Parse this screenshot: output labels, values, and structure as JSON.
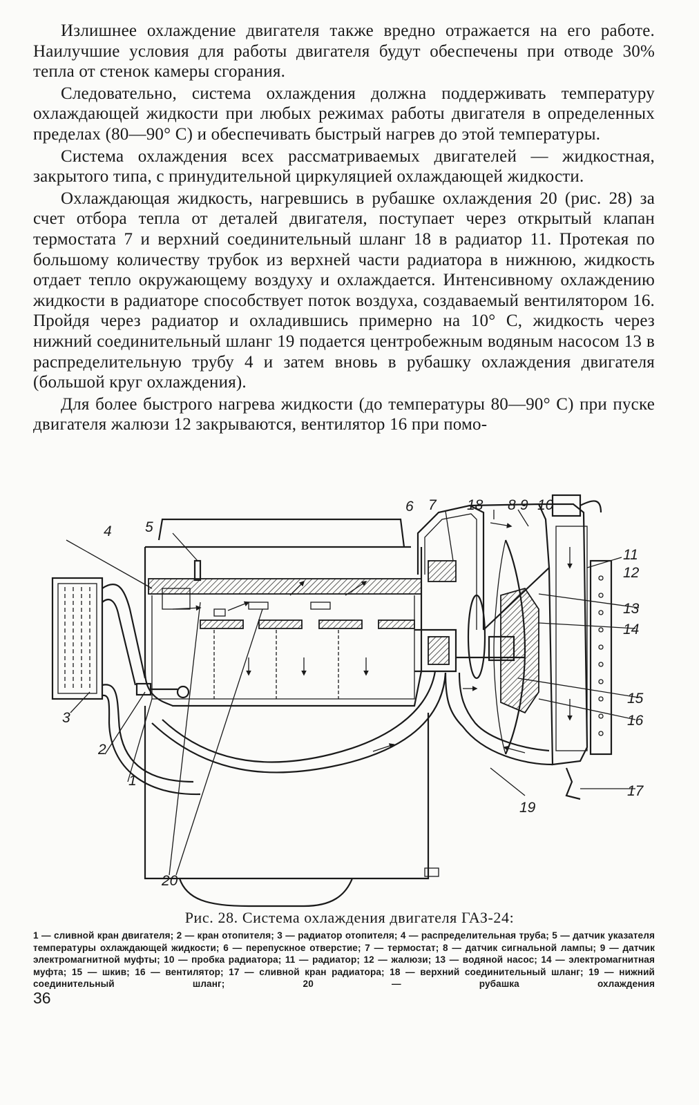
{
  "paragraphs": [
    "Излишнее охлаждение двигателя также вредно отражается на его работе. Наилучшие условия для работы двигателя будут обеспечены при отводе 30% тепла от стенок камеры сгорания.",
    "Следовательно, система охлаждения должна поддерживать температуру охлаждающей жидкости при любых режимах работы двигателя в определенных пределах (80—90° С) и обеспечивать быстрый нагрев до этой температуры.",
    "Система охлаждения всех рассматриваемых двигателей — жидкостная, закрытого типа, с принудительной циркуляцией охлаждающей жидкости.",
    "Охлаждающая жидкость, нагревшись в рубашке охлаждения 20 (рис. 28) за счет отбора тепла от деталей двигателя, поступает через открытый клапан термостата 7 и верхний соединительный шланг 18 в радиатор 11. Протекая по большому количеству трубок из верхней части радиатора в нижнюю, жидкость отдает тепло окружающему воздуху и охлаждается. Интенсивному охлаждению жидкости в радиаторе способствует поток воздуха, создаваемый вентилятором 16. Пройдя через радиатор и охладившись примерно на 10° С, жидкость через нижний соединительный шланг 19 подается центробежным водяным насосом 13 в распределительную трубу 4 и затем вновь в рубашку охлаждения двигателя (большой круг охлаждения).",
    "Для более быстрого нагрева жидкости (до температуры 80—90° С) при пуске двигателя жалюзи 12 закрываются, вентилятор 16 при помо-"
  ],
  "figure": {
    "labels": [
      "1",
      "2",
      "3",
      "4",
      "5",
      "6",
      "7",
      "8",
      "9",
      "10",
      "11",
      "12",
      "13",
      "14",
      "15",
      "16",
      "17",
      "18",
      "19",
      "20"
    ]
  },
  "caption": {
    "title": "Рис. 28. Система охлаждения двигателя ГАЗ-24:",
    "legend": "1 — сливной кран двигателя; 2 — кран отопителя; 3 — радиатор отопителя; 4 — распределительная труба; 5 — датчик указателя температуры охлаждающей жидкости; 6 — перепускное отверстие; 7 — термостат; 8 — датчик сигнальной лампы; 9 — датчик электромагнитной муфты; 10 — пробка радиатора; 11 — радиатор; 12 — жалюзи; 13 — водяной насос; 14 — электромагнитная муфта; 15 — шкив; 16 — вентилятор; 17 — сливной кран радиатора; 18 — верхний соединительный шланг; 19 — нижний соединительный шланг; 20 — рубашка охлаждения"
  },
  "page_number": "36"
}
